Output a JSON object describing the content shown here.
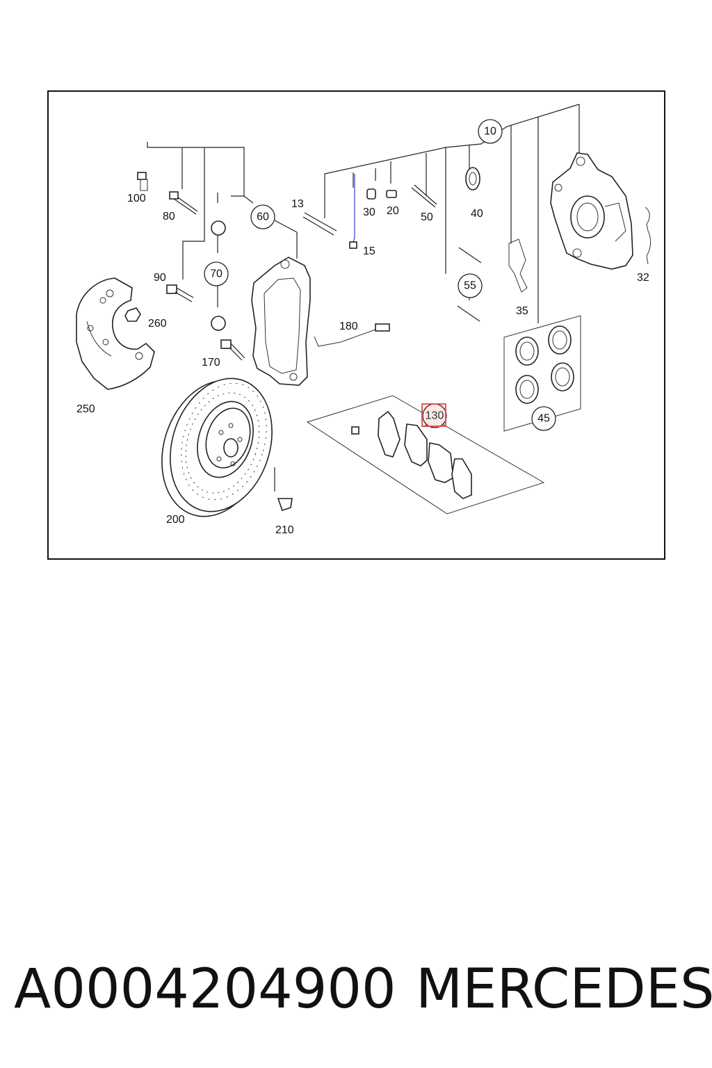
{
  "diagram": {
    "labels": {
      "p10": "10",
      "p13": "13",
      "p15": "15",
      "p20": "20",
      "p30": "30",
      "p32": "32",
      "p35": "35",
      "p40": "40",
      "p45": "45",
      "p50": "50",
      "p55": "55",
      "p60": "60",
      "p70": "70",
      "p80": "80",
      "p90": "90",
      "p100": "100",
      "p130": "130",
      "p170": "170",
      "p180": "180",
      "p200": "200",
      "p210": "210",
      "p250": "250",
      "p260": "260"
    },
    "highlighted_part": "130",
    "highlight_color": "#e04848"
  },
  "caption": {
    "part_number": "A0004204900",
    "brand": "MERCEDES"
  }
}
